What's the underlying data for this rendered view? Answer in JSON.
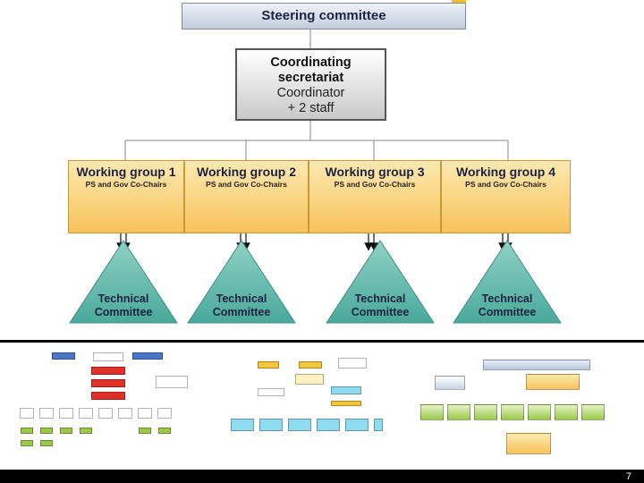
{
  "steering_committee": {
    "label": "Steering committee"
  },
  "coordinating_secretariat": {
    "title_line1": "Coordinating",
    "title_line2": "secretariat",
    "detail_line1": "Coordinator",
    "detail_line2": "+ 2 staff"
  },
  "working_groups": [
    {
      "title": "Working group 1",
      "subtitle": "PS and Gov Co-Chairs"
    },
    {
      "title": "Working group 2",
      "subtitle": "PS and Gov Co-Chairs"
    },
    {
      "title": "Working group 3",
      "subtitle": "PS and Gov Co-Chairs"
    },
    {
      "title": "Working group 4",
      "subtitle": "PS and Gov Co-Chairs"
    }
  ],
  "technical_committees": [
    {
      "line1": "Technical",
      "line2": "Committee"
    },
    {
      "line1": "Technical",
      "line2": "Committee"
    },
    {
      "line1": "Technical",
      "line2": "Committee"
    },
    {
      "line1": "Technical",
      "line2": "Committee"
    }
  ],
  "page_number": "7",
  "colors": {
    "working_group_fill": "#f9cf73",
    "technical_committee_fill": "#5fb8ac",
    "thumbnail_red": "#e0302a",
    "thumbnail_blue": "#4a76c8",
    "thumbnail_green": "#9cc84a"
  }
}
